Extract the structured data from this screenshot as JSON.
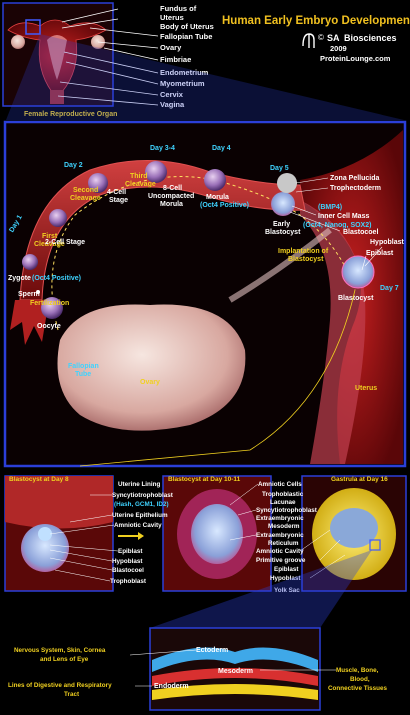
{
  "title": "Human Early Embryo Development",
  "brand": {
    "copyright_mark": "©",
    "logo_letters": "SA",
    "name": "Biosciences",
    "year": "2009",
    "website": "ProteinLounge.com"
  },
  "colors": {
    "title": "#f0c020",
    "frame": "#2b3fd8",
    "cyan_label": "#3fd3ff",
    "yellow_label": "#f0d020",
    "white_label": "#ffffff",
    "uterus_red": "#8b0f12"
  },
  "top_labels": {
    "fundus": "Fundus  of",
    "uterus": "Uterus",
    "body_of_uterus": "Body of Uterus",
    "fallopian_tube": "Fallopian Tube",
    "ovary": "Ovary",
    "fimbriae": "Fimbriae",
    "endometrium": "Endometrium",
    "myometrium": "Myometrium",
    "cervix": "Cervix",
    "vagina": "Vagina",
    "caption": "Female Reproductive  Organ"
  },
  "main_labels": {
    "day1": "Day 1",
    "day2": "Day 2",
    "day3_4": "Day 3-4",
    "day4": "Day 4",
    "day5": "Day 5",
    "day7": "Day 7",
    "first_cleavage_1": "First",
    "first_cleavage_2": "Cleavage",
    "second_cleavage_1": "Second",
    "second_cleavage_2": "Cleavage",
    "third_cleavage_1": "Third",
    "third_cleavage_2": "Cleavage",
    "two_cell": "2-Cell Stage",
    "four_cell_1": "4-Cell",
    "four_cell_2": "Stage",
    "eight_cell_1": "8-Cell",
    "eight_cell_2": "Uncompacted",
    "eight_cell_3": "Morula",
    "morula": "Morula",
    "morula_marker": "(Oct4 Positive)",
    "zygote": "Zygote",
    "zygote_marker": "(Oct4 Positive)",
    "fertilization": "Fertilization",
    "sperm": "Sperm",
    "oocyte": "Oocyte",
    "fallopian_1": "Fallopian",
    "fallopian_2": "Tube",
    "ovary": "Ovary",
    "uterus": "Uterus",
    "zona": "Zona Pellucida",
    "troph": "Trophectoderm",
    "bmp4": "(BMP4)",
    "icm": "Inner Cell Mass",
    "icm_markers": "(Oct4, Nanog, SOX2)",
    "blastocoel": "Blastocoel",
    "hypoblast": "Hypoblast",
    "epiblast": "Epiblast",
    "early_blast_1": "Early",
    "early_blast_2": "Blastocyst",
    "implant_1": "Implantation of",
    "implant_2": "Blastocyst",
    "blastocyst": "Blastocyst"
  },
  "panel_day8": {
    "title": "Blastocyst at Day 8",
    "uterine_lining": "Uterine Lining",
    "syncytio": "Syncytiotrophoblast",
    "syncytio_markers": "(Hash, GCM1, ID2)",
    "uterine_epi": "Uterine Epithelium",
    "amniotic": "Amniotic Cavity",
    "epiblast": "Epiblast",
    "hypoblast": "Hypoblast",
    "blastocoel": "Blastocoel",
    "trophoblast": "Trophoblast"
  },
  "panel_day10": {
    "title": "Blastocyst at Day 10-11",
    "amniotic_cells": "Amniotic Cells",
    "trophoblastic": "Trophoblastic",
    "lacunae": "Lacunae",
    "syncytio": "Syncytiotrophoblast",
    "extra_meso_1": "Extraembryonic",
    "extra_meso_2": "Mesoderm",
    "extra_ret_1": "Extraembryonic",
    "extra_ret_2": "Reticulum"
  },
  "panel_day16": {
    "title": "Gastrula at Day 16",
    "amniotic_cavity": "Amniotic Cavity",
    "primitive_groove": "Primitive groove",
    "epiblast": "Epiblast",
    "hypoblast": "Hypoblast",
    "yolk_sac": "Yolk Sac"
  },
  "bottom": {
    "ectoderm": "Ectoderm",
    "mesoderm": "Mesoderm",
    "endoderm": "Endoderm",
    "nervous_1": "Nervous System, Skin, Cornea",
    "nervous_2": "and Lens of Eye",
    "muscle_1": "Muscle, Bone,",
    "muscle_2": "Blood,",
    "muscle_3": "Connective Tissues",
    "digestive_1": "Lines of Digestive and Respiratory",
    "digestive_2": "Tract"
  }
}
